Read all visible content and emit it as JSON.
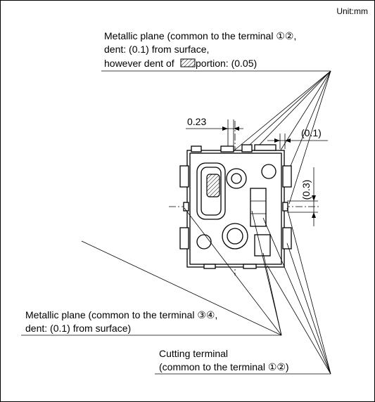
{
  "unit": "Unit:mm",
  "note_top": {
    "line1": "Metallic plane (common to the terminal ①②,",
    "line2": "dent: (0.1) from surface,",
    "line3_a": "however dent of ",
    "line3_b": "portion: (0.05)"
  },
  "note_left": {
    "line1": "Metallic plane (common to the terminal ③④,",
    "line2": "dent: (0.1) from surface)"
  },
  "note_bottom": {
    "line1": "Cutting terminal",
    "line2": "(common to the terminal ①②)"
  },
  "dimensions": {
    "d1": "0.23",
    "d2": "(0.1)",
    "d3": "(0.3)"
  },
  "colors": {
    "line": "#000000",
    "background": "#ffffff"
  }
}
